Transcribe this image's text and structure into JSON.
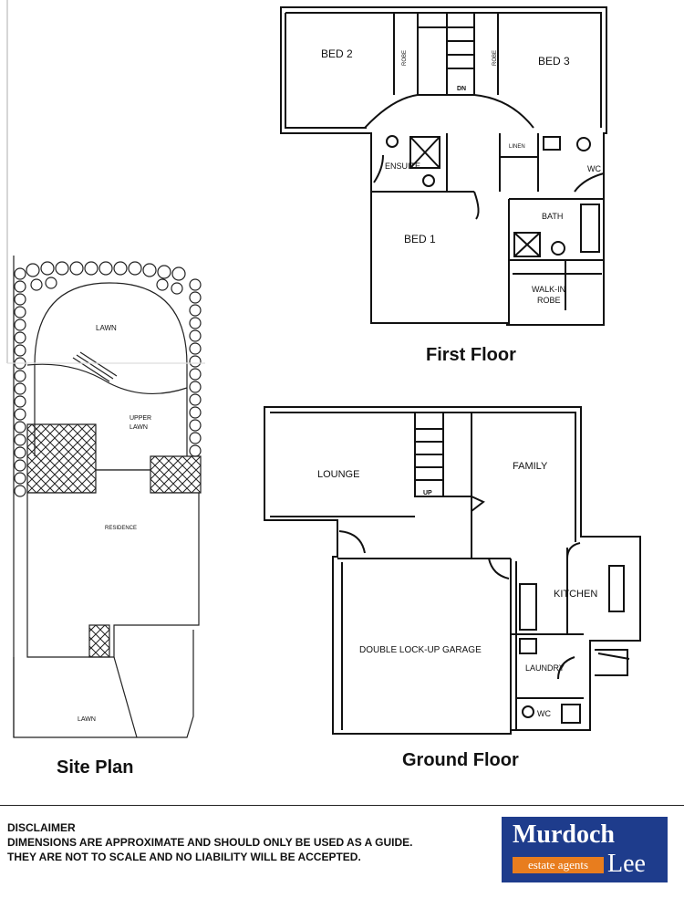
{
  "site_plan": {
    "title": "Site Plan",
    "labels": {
      "lawn_top": "LAWN",
      "upper_lawn_1": "UPPER",
      "upper_lawn_2": "LAWN",
      "residence": "RESIDENCE",
      "lawn_bottom": "LAWN"
    }
  },
  "first_floor": {
    "title": "First Floor",
    "rooms": {
      "bed2": "BED 2",
      "bed3": "BED 3",
      "robe_left": "ROBE",
      "robe_right": "ROBE",
      "dn": "DN",
      "ensuite": "ENSUITE",
      "linen": "LINEN",
      "wc": "WC",
      "bath": "BATH",
      "bed1": "BED 1",
      "walkin_1": "WALK-IN",
      "walkin_2": "ROBE"
    }
  },
  "ground_floor": {
    "title": "Ground Floor",
    "rooms": {
      "lounge": "LOUNGE",
      "family": "FAMILY",
      "up": "UP",
      "kitchen": "KITCHEN",
      "garage": "DOUBLE LOCK-UP GARAGE",
      "laundry": "LAUNDRY",
      "wc": "WC"
    }
  },
  "disclaimer": {
    "heading": "DISCLAIMER",
    "line1": "DIMENSIONS ARE APPROXIMATE AND SHOULD ONLY BE USED AS A GUIDE.",
    "line2": "THEY ARE NOT TO SCALE AND NO LIABILITY WILL BE ACCEPTED."
  },
  "logo": {
    "name_top": "Murdoch",
    "tagline": "estate agents",
    "name_bottom": "Lee"
  },
  "colors": {
    "logo_blue": "#1e3c8c",
    "logo_orange": "#e87d1e",
    "wall": "#111111"
  }
}
